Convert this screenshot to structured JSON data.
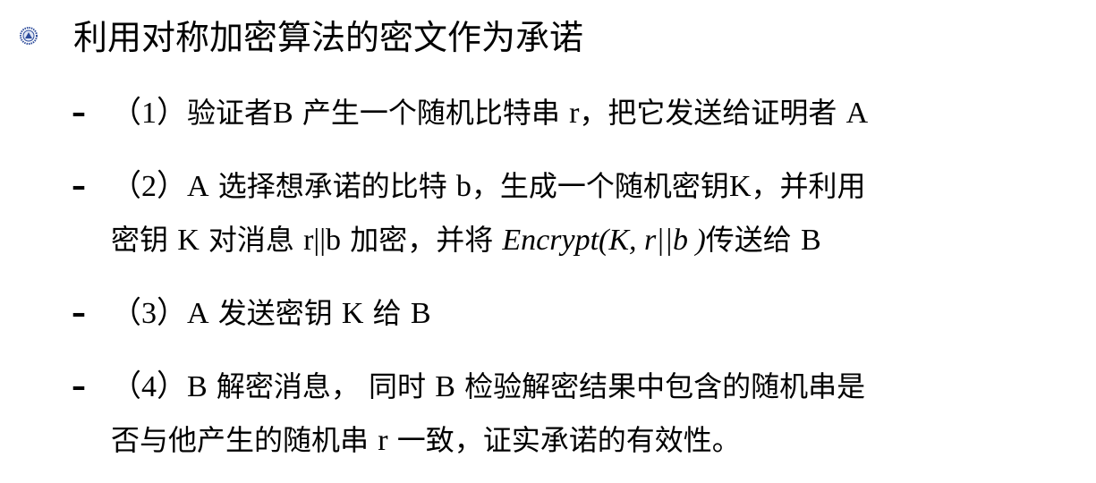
{
  "slide": {
    "title": "利用对称加密算法的密文作为承诺",
    "logo_icon": "university-seal-icon",
    "bullet_marker": "–",
    "steps": [
      {
        "label": "（1）",
        "lines": [
          [
            "验证者",
            "B",
            " 产生一个随机比特串 ",
            "r",
            "，把它发送给证明者 ",
            "A"
          ]
        ]
      },
      {
        "label": "（2）",
        "lines": [
          [
            "A",
            " 选择想承诺的比特 ",
            "b",
            "，生成一个随机密钥",
            "K",
            "，并利用"
          ],
          [
            "密钥 ",
            "K",
            " 对消息 ",
            "r||b",
            " 加密，并将 ",
            "Encrypt(K, r||b )",
            "传送给 ",
            "B"
          ]
        ]
      },
      {
        "label": "（3）",
        "lines": [
          [
            "A",
            " 发送密钥 ",
            "K",
            " 给 ",
            "B"
          ]
        ]
      },
      {
        "label": "（4）",
        "lines": [
          [
            "B",
            " 解密消息， 同时 ",
            "B",
            " 检验解密结果中包含的随机串是"
          ],
          [
            "否与他产生的随机串 ",
            "r",
            " 一致，证实承诺的有效性。"
          ]
        ]
      }
    ]
  }
}
